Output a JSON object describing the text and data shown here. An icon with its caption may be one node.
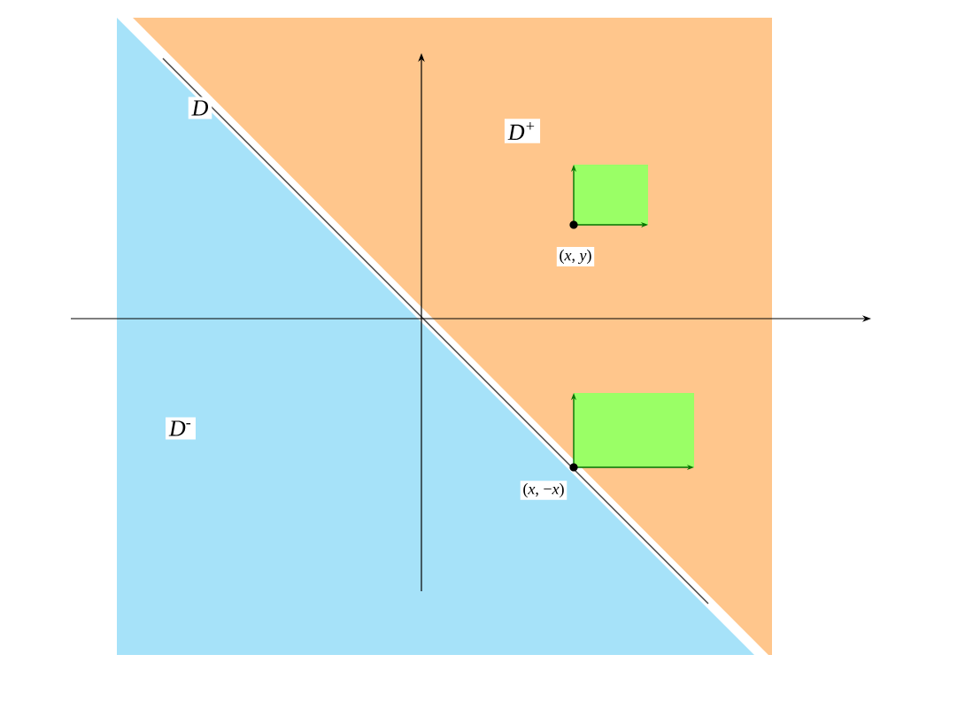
{
  "diagram": {
    "labels": [
      "D",
      "D$^{+}$",
      "D$^{-}$",
      "(*x*, *y*)",
      "(*x*, −*x*)"
    ]
  }
}
